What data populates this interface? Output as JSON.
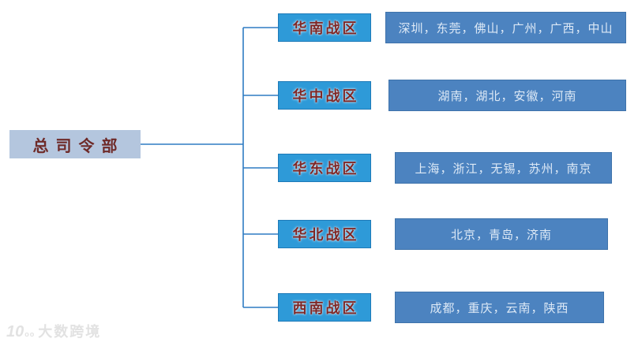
{
  "root": {
    "label": "总司令部"
  },
  "rows": [
    {
      "label": "华南战区",
      "regions": "深圳，东莞，佛山，广州，广西，中山"
    },
    {
      "label": "华中战区",
      "regions": "湖南，湖北，安徽，河南"
    },
    {
      "label": "华东战区",
      "regions": "上海，浙江，无锡，苏州，南京"
    },
    {
      "label": "华北战区",
      "regions": "北京，青岛，济南"
    },
    {
      "label": "西南战区",
      "regions": "成都，重庆，云南，陕西"
    }
  ],
  "watermark": {
    "logo": "10",
    "logo_sup": "oo",
    "text": "大数跨境"
  },
  "colors": {
    "zone_label_bg": "#2e9ad8",
    "zone_label_border": "#1e7ab8",
    "zone_detail_bg": "#4c83c0",
    "hq_bg": "#b4c6de",
    "label_text": "#7e2726",
    "detail_text": "#dde9f6",
    "connector": "#2e7cc3"
  }
}
